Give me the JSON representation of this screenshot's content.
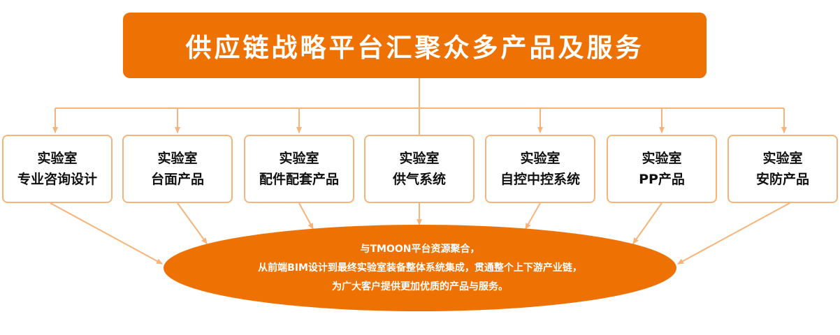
{
  "title": "供应链战略平台汇聚众多产品及服务",
  "colors": {
    "accent": "#ee7203",
    "line": "#f6b47a",
    "card_border": "#f6b47a"
  },
  "cards": [
    {
      "line1": "实验室",
      "line2": "专业咨询设计"
    },
    {
      "line1": "实验室",
      "line2": "台面产品"
    },
    {
      "line1": "实验室",
      "line2": "配件配套产品"
    },
    {
      "line1": "实验室",
      "line2": "供气系统"
    },
    {
      "line1": "实验室",
      "line2": "自控中控系统"
    },
    {
      "line1": "实验室",
      "line2": "PP产品"
    },
    {
      "line1": "实验室",
      "line2": "安防产品"
    }
  ],
  "summary": {
    "line1": "与TMOON平台资源聚合，",
    "line2": "从前端BIM设计到最终实验室装备整体系统集成，贯通整个上下游产业链，",
    "line3": "为广大客户提供更加优质的产品与服务。"
  }
}
